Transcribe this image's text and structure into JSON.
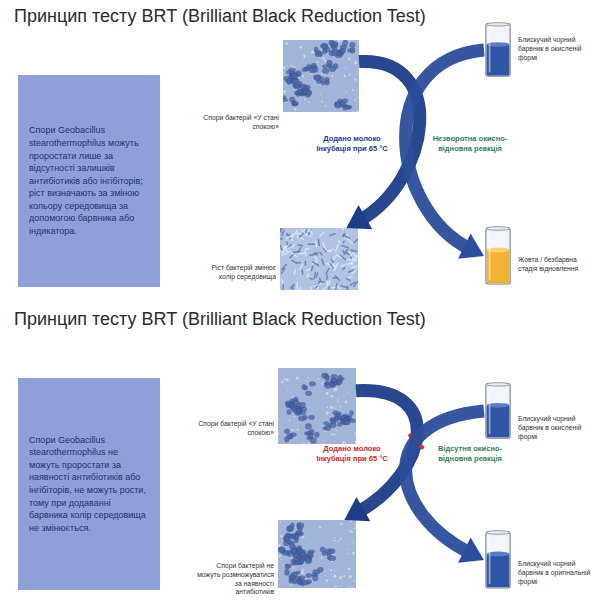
{
  "diagram": {
    "title": "Принцип тесту BRT (Brilliant Black Reduction Test)",
    "nodes": [
      {
        "text": [
          "Спори Geobacillus stearothermophilus можуть проростати лише за відсутності залишків антибіотиків або інгібіторів; ріст визначають за зміною кольору середовища за допомогою барвника або індикатора."
        ]
      },
      {
        "text": [
          "Спори бактерій «У стані спокою»"
        ]
      },
      {
        "text": [
          "Блискучий чорний барвник в окисленій формі"
        ]
      },
      {
        "text": [
          "Ріст бактерій змінює колір середовища"
        ]
      },
      {
        "text": [
          "Жовта / безбарвна стадія відновлення"
        ]
      },
      {
        "text": [
          "Спори Geobacillus stearothermophilus не можуть проростати за наявності антибіотиків або інгібіторів, не можуть рости, тому при додаванні барвника колір середовища не змінюється."
        ]
      },
      {
        "text": [
          "Спори бактерій «У стані спокою»"
        ]
      },
      {
        "text": [
          "Блискучий чорний барвник в окисленій формі"
        ]
      },
      {
        "text": [
          "Спори бактерій не можуть розмножуватися за наявності антибіотиків"
        ]
      },
      {
        "text": [
          "Блискучий чорний барвник в оригінальній формі"
        ]
      }
    ],
    "edges": [
      {
        "from": 1,
        "to": 3,
        "arrow": "to",
        "label": "Додано молоко Інкубація при 65 °C"
      },
      {
        "from": 2,
        "to": 4,
        "arrow": "to",
        "label": "Незворотна окисно-відновна реакція"
      },
      {
        "from": 6,
        "to": 8,
        "arrow": "to",
        "label": "Додано молоко Інкубація при 65 °C"
      },
      {
        "from": 7,
        "to": 9,
        "arrow": "to",
        "label": "Відсутня окисно-відновна реакція"
      }
    ],
    "labels": [
      "Принцип тесту BRT (Brilliant Black Reduction Test)"
    ]
  }
}
